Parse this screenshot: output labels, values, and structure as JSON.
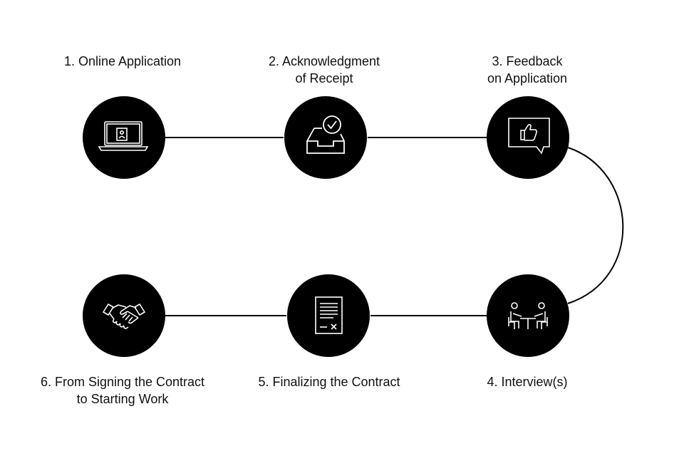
{
  "colors": {
    "node_fill": "#000000",
    "connector": "#000000",
    "icon_stroke": "#ffffff",
    "text": "#111111",
    "background": "#ffffff"
  },
  "steps": [
    {
      "line1": "1. Online Application",
      "line2": "",
      "icon": "laptop-icon"
    },
    {
      "line1": "2. Acknowledgment",
      "line2": "of Receipt",
      "icon": "inbox-check-icon"
    },
    {
      "line1": "3. Feedback",
      "line2": "on Application",
      "icon": "thumbs-up-message-icon"
    },
    {
      "line1": "4. Interview(s)",
      "line2": "",
      "icon": "interview-icon"
    },
    {
      "line1": "5. Finalizing the Contract",
      "line2": "",
      "icon": "contract-document-icon"
    },
    {
      "line1": "6. From Signing the Contract",
      "line2": "to Starting Work",
      "icon": "handshake-icon"
    }
  ]
}
